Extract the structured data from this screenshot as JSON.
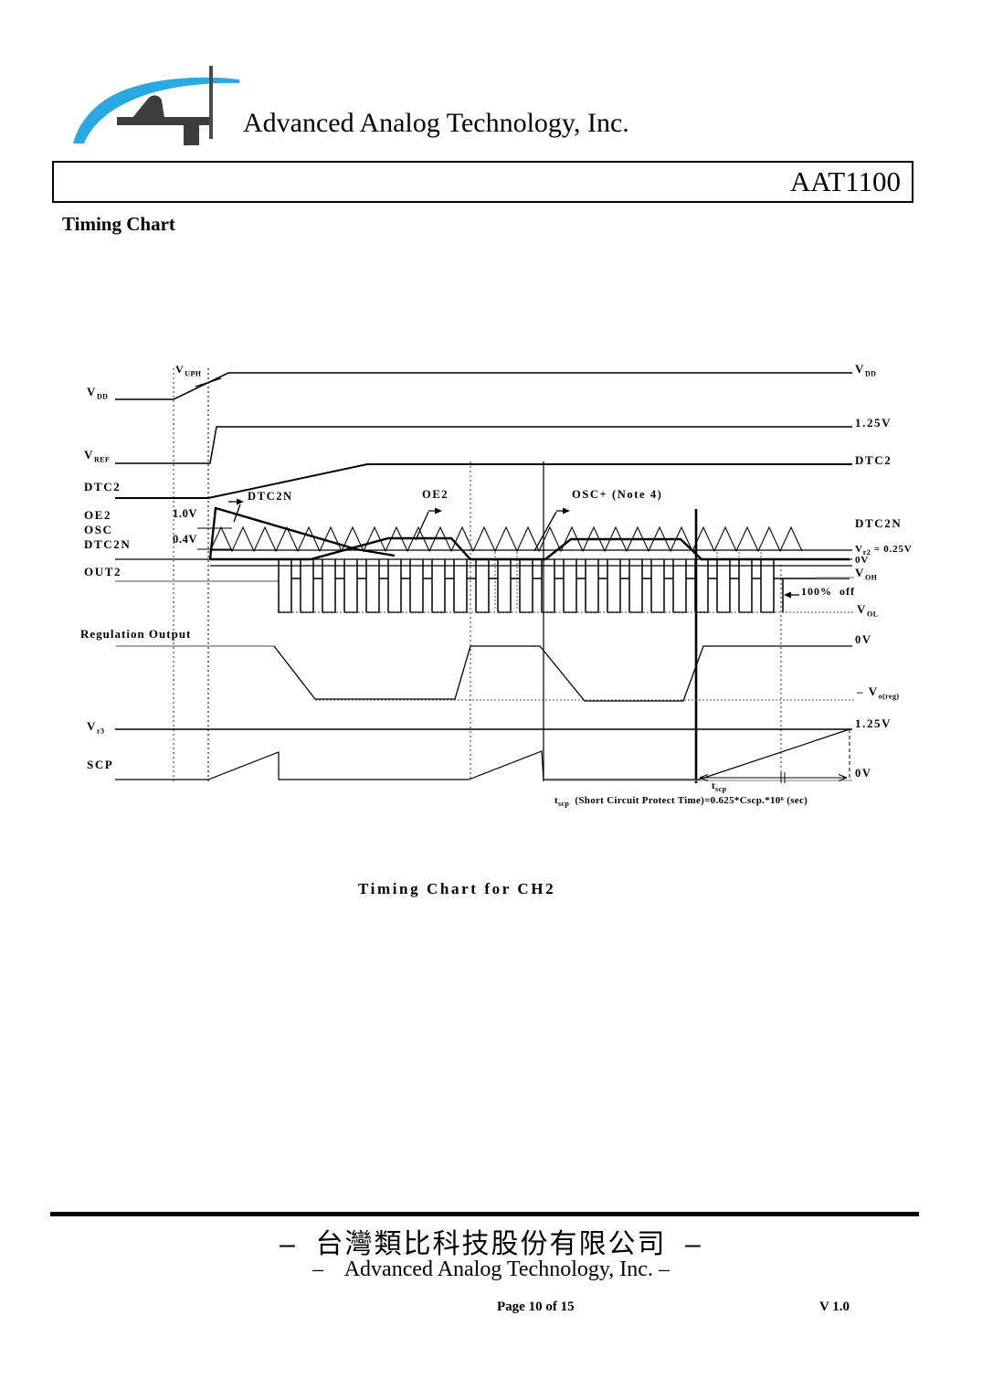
{
  "colors": {
    "brand_blue": "#29a8e2",
    "ink": "#000000",
    "gray_line": "#8a8a8a"
  },
  "header": {
    "company_name": "Advanced Analog Technology, Inc.",
    "part_number": "AAT1100",
    "section_title": "Timing Chart"
  },
  "chart": {
    "caption": "Timing Chart for CH2",
    "left_labels": [
      {
        "pre": "V",
        "sub": "DD",
        "post": ""
      },
      {
        "pre": "V",
        "sub": "REF",
        "post": ""
      },
      {
        "pre": "DTC2",
        "sub": "",
        "post": ""
      },
      {
        "pre": "OE2",
        "sub": "",
        "post": ""
      },
      {
        "pre": "OSC",
        "sub": "",
        "post": ""
      },
      {
        "pre": "DTC2N",
        "sub": "",
        "post": ""
      },
      {
        "pre": "OUT2",
        "sub": "",
        "post": ""
      },
      {
        "pre": "Regulation Output",
        "sub": "",
        "post": ""
      },
      {
        "pre": "V",
        "sub": "r3",
        "post": ""
      },
      {
        "pre": "SCP",
        "sub": "",
        "post": ""
      }
    ],
    "right_labels": [
      {
        "pre": "V",
        "sub": "DD",
        "post": ""
      },
      {
        "pre": "1.25V",
        "sub": "",
        "post": ""
      },
      {
        "pre": "DTC2",
        "sub": "",
        "post": ""
      },
      {
        "pre": "DTC2N",
        "sub": "",
        "post": ""
      },
      {
        "pre": "V",
        "sub": "r2",
        "post": " = 0.25V"
      },
      {
        "pre": "0V",
        "sub": "",
        "post": ""
      },
      {
        "pre": "V",
        "sub": "OH",
        "post": ""
      },
      {
        "pre": "100%  off",
        "sub": "",
        "post": ""
      },
      {
        "pre": "V",
        "sub": "OL",
        "post": ""
      },
      {
        "pre": "0V",
        "sub": "",
        "post": ""
      },
      {
        "pre": "– V",
        "sub": "o(reg)",
        "post": ""
      },
      {
        "pre": "1.25V",
        "sub": "",
        "post": ""
      },
      {
        "pre": "0V",
        "sub": "",
        "post": ""
      }
    ],
    "annotations": {
      "vuph": {
        "pre": "V",
        "sub": "UPH",
        "post": ""
      },
      "osc_high": "1.0V",
      "osc_low": "0.4V",
      "dtc2n": "DTC2N",
      "oe2": "OE2",
      "osc_note": "OSC+ (Note 4)",
      "tscp": {
        "pre": "t",
        "sub": "scp",
        "post": ""
      },
      "formula": {
        "pre": "t",
        "sub": "scp",
        "post": "  (Short Circuit Protect Time)=0.625*Cscp.*10⁶ (sec)"
      }
    }
  },
  "chart_data": {
    "type": "timing",
    "title": "Timing Chart for CH2",
    "signals": [
      "VDD",
      "VREF",
      "DTC2",
      "OE2",
      "OSC",
      "DTC2N",
      "OUT2",
      "Regulation Output",
      "Vr3",
      "SCP"
    ],
    "reference_levels": {
      "VDD_threshold": "VUPH",
      "VREF_high": "1.25V",
      "OSC_peak": "1.0V",
      "OSC_valley": "0.4V",
      "Vr2": "0.25V",
      "OUT2_high": "VOH",
      "OUT2_low": "VOL",
      "regulation_level": "Vo(reg)",
      "Vr3": "1.25V",
      "ground": "0V"
    },
    "events": [
      "VDD ramps up through VUPH, then holds at VDD",
      "VREF rises to 1.25V after VDD crosses VUPH",
      "DTC2 soft-start ramp then holds at DTC2 level",
      "DTC2N spikes above 1.0V then decays across the OSC triangle wave down to Vr2 = 0.25V",
      "OSC runs as a continuous triangle wave between 0.4V and 1.0V (OSC+ Note 4)",
      "OUT2 switches PWM bursts between VOH and VOL, 100% off after protection trips",
      "Regulation Output settles to Vo(reg), recovers to 0V, droops again at short circuit",
      "SCP sawtooth ramps; after short circuit it charges to 1.25V during tscp"
    ],
    "timing_note": "tscp (Short Circuit Protect Time)=0.625*Cscp.*10⁶ (sec)"
  },
  "footer": {
    "company_zh": "–  台灣類比科技股份有限公司  –",
    "company_en": "–    Advanced Analog Technology, Inc. –",
    "page_info": "Page 10 of 15",
    "version": "V 1.0"
  }
}
